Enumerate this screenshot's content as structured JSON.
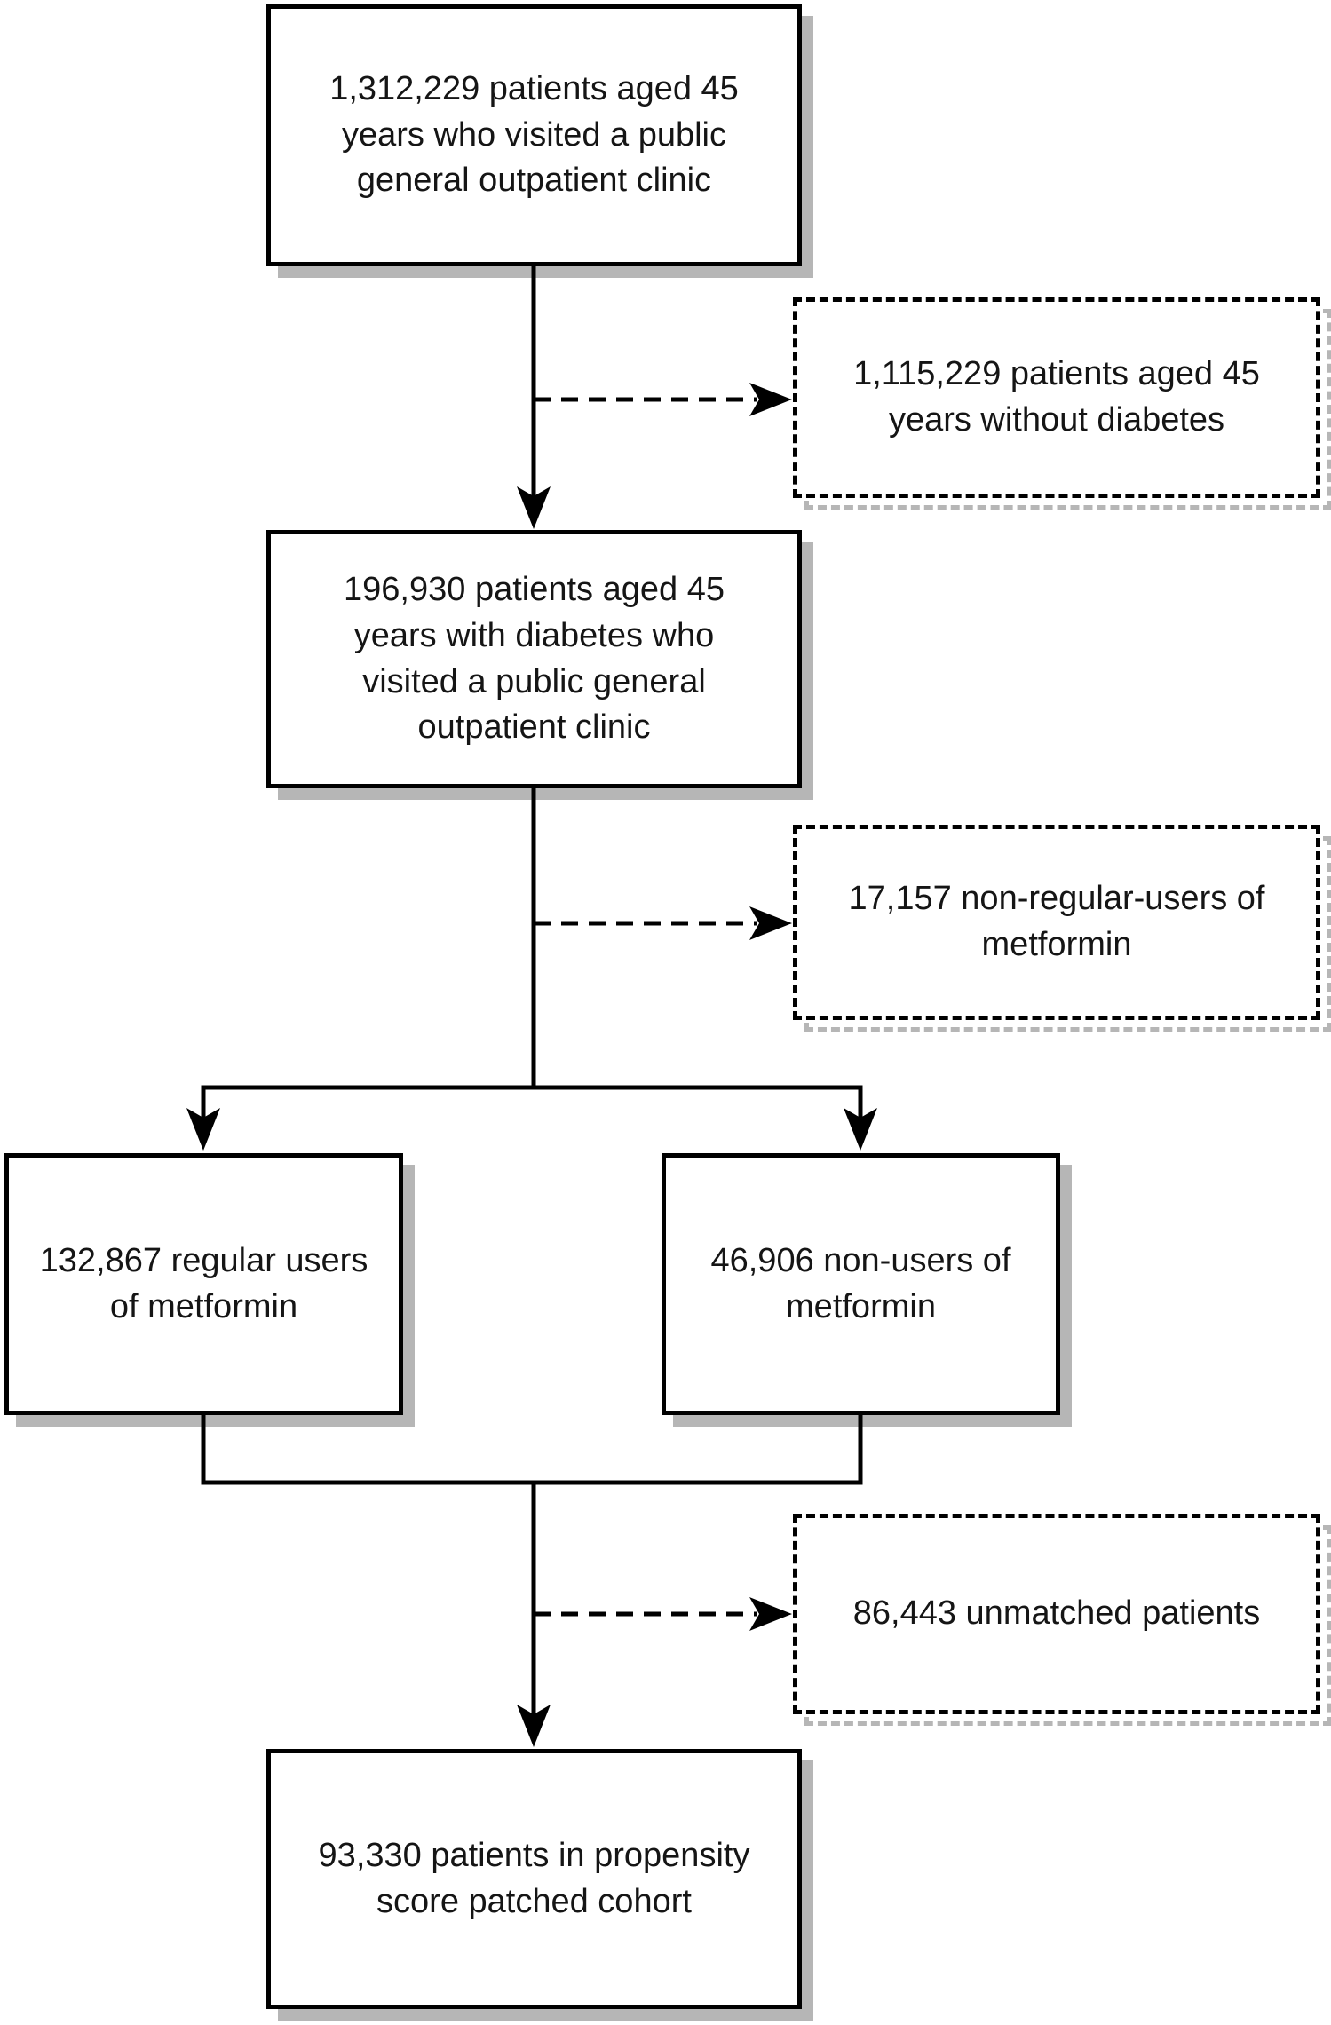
{
  "diagram": {
    "type": "patient-selection-flowchart",
    "background_color": "#ffffff",
    "line_color": "#000000",
    "shadow_color": "#b6b6b6",
    "boxes": [
      {
        "id": "all-patients",
        "style": "solid",
        "text": "1,312,229 patients aged 45\nyears who visited a public\ngeneral outpatient clinic"
      },
      {
        "id": "excluded-without-diabetes",
        "style": "dashed",
        "text": "1,115,229 patients aged 45\nyears without diabetes"
      },
      {
        "id": "diabetes-patients",
        "style": "solid",
        "text": "196,930 patients aged 45\nyears with diabetes who\nvisited a public general\noutpatient clinic"
      },
      {
        "id": "excluded-non-regular-users",
        "style": "dashed",
        "text": "17,157 non-regular-users of\nmetformin"
      },
      {
        "id": "regular-users",
        "style": "solid",
        "text": "132,867 regular users\nof metformin"
      },
      {
        "id": "non-users",
        "style": "solid",
        "text": "46,906 non-users of\nmetformin"
      },
      {
        "id": "excluded-unmatched",
        "style": "dashed",
        "text": "86,443 unmatched patients"
      },
      {
        "id": "matched-cohort",
        "style": "solid",
        "text": "93,330 patients in propensity\nscore patched cohort"
      }
    ]
  }
}
